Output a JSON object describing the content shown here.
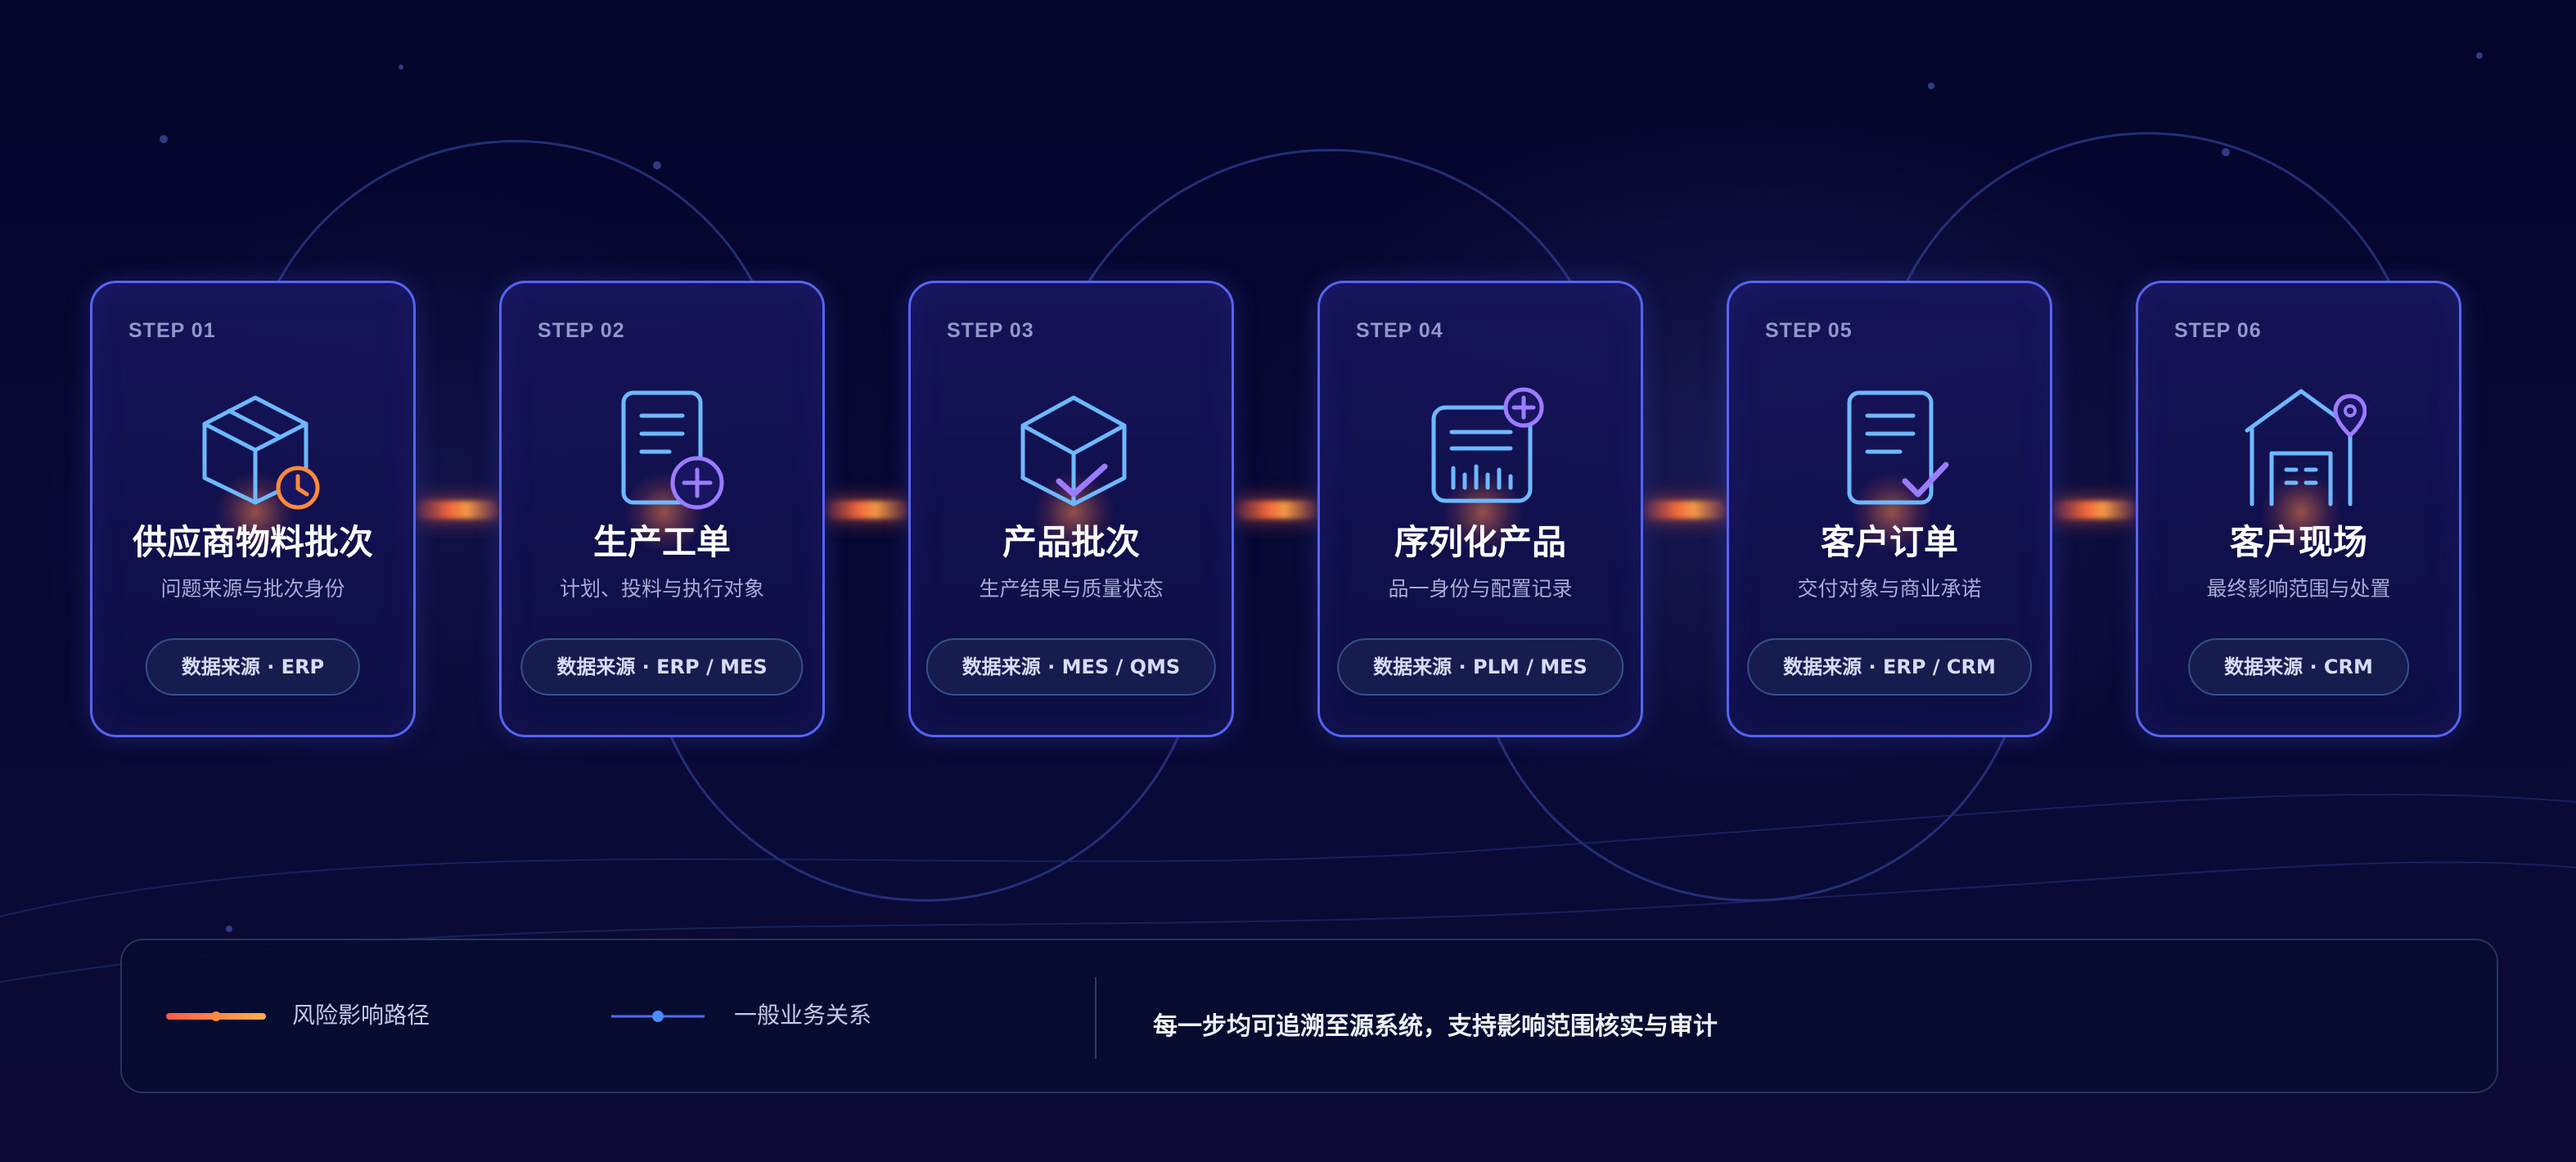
{
  "colors": {
    "card_border": "#5565f0",
    "icon_stroke": "#6eb8ff",
    "accent_orange": "#ff8a3d",
    "accent_purple": "#9b7bff",
    "risk_path": "#ff6a3d",
    "general_relation": "#4b6cff"
  },
  "steps": [
    {
      "step": "STEP 01",
      "title": "供应商物料批次",
      "subtitle": "问题来源与批次身份",
      "source": "数据来源 · ERP",
      "icon": "box-clock-icon"
    },
    {
      "step": "STEP 02",
      "title": "生产工单",
      "subtitle": "计划、投料与执行对象",
      "source": "数据来源 · ERP / MES",
      "icon": "document-plus-icon"
    },
    {
      "step": "STEP 03",
      "title": "产品批次",
      "subtitle": "生产结果与质量状态",
      "source": "数据来源 · MES / QMS",
      "icon": "cube-check-icon"
    },
    {
      "step": "STEP 04",
      "title": "序列化产品",
      "subtitle": "品一身份与配置记录",
      "source": "数据来源 · PLM / MES",
      "icon": "barcode-card-plus-icon"
    },
    {
      "step": "STEP 05",
      "title": "客户订单",
      "subtitle": "交付对象与商业承诺",
      "source": "数据来源 · ERP / CRM",
      "icon": "document-check-icon"
    },
    {
      "step": "STEP 06",
      "title": "客户现场",
      "subtitle": "最终影响范围与处置",
      "source": "数据来源 · CRM",
      "icon": "warehouse-pin-icon"
    }
  ],
  "legend": {
    "risk_label": "风险影响路径",
    "general_label": "一般业务关系",
    "note": "每一步均可追溯至源系统，支持影响范围核实与审计"
  }
}
